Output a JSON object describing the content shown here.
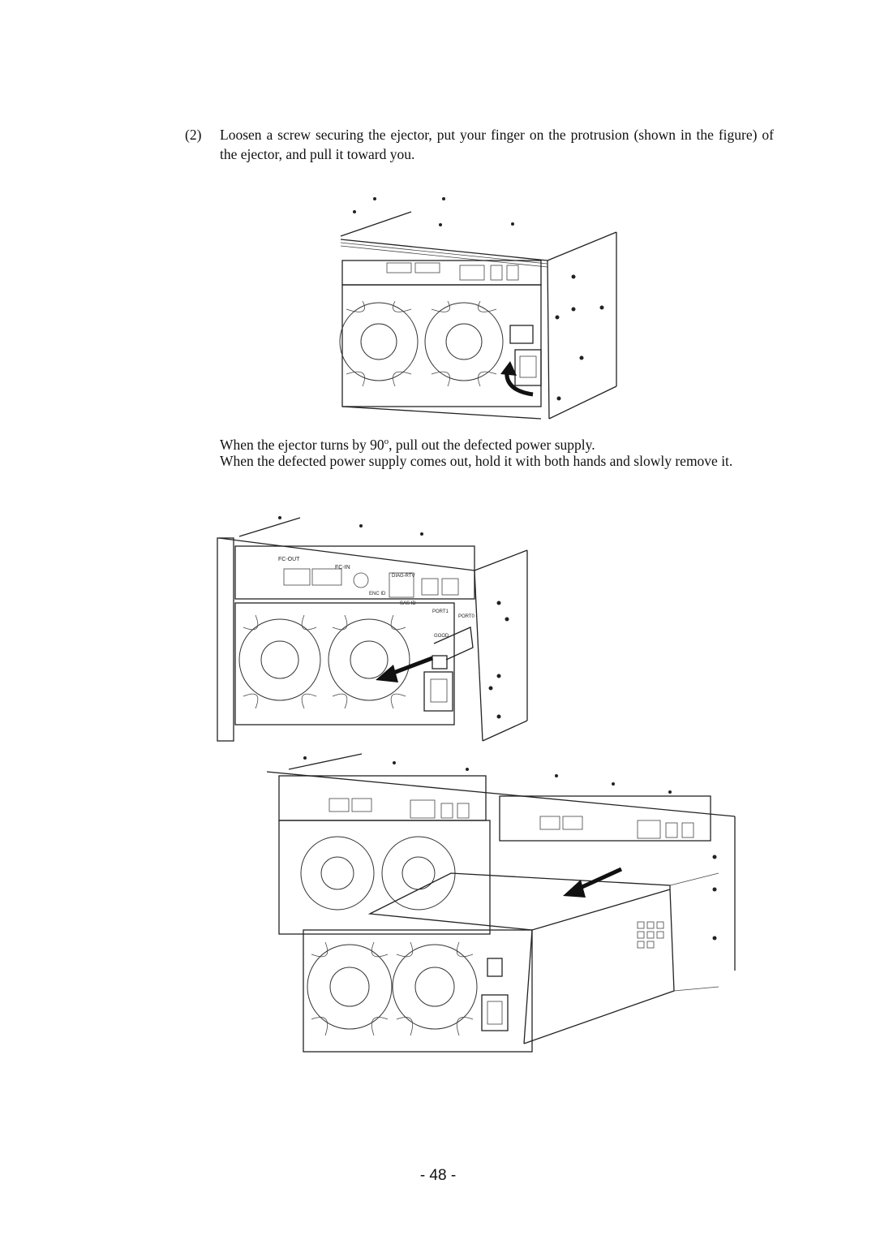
{
  "step": {
    "number": "(2)",
    "text": "Loosen a screw securing the ejector, put your finger on the protrusion (shown in the figure) of the ejector, and pull it toward you."
  },
  "paragraphs": {
    "p1_before": "When the ejector turns by 90",
    "p1_degree": "o",
    "p1_after": ", pull out the defected power supply.",
    "p2": "When the defected power supply comes out, hold it with both hands and slowly remove it."
  },
  "figure_labels": {
    "fc_out": "FC-OUT",
    "fc_in": "FC-IN",
    "enc_id": "ENC ID",
    "diag": "DIAG-RTV",
    "sas_id": "SAS ID",
    "port1": "PORT1",
    "port0": "PORT0",
    "good": "GOOD"
  },
  "page_number": "- 48 -"
}
